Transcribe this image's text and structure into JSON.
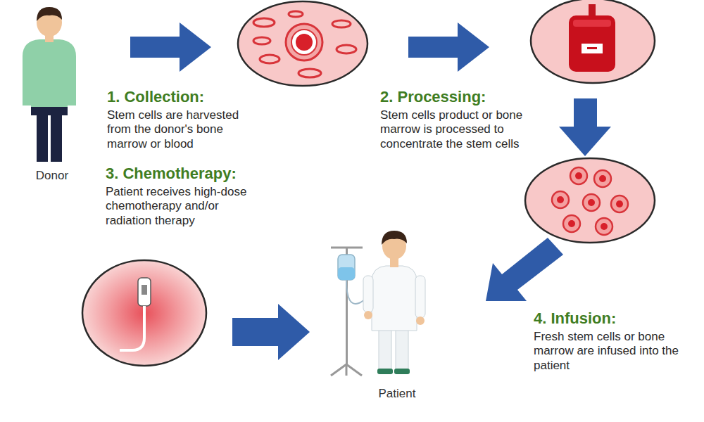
{
  "diagram": {
    "nodes": [
      {
        "text": [
          "Donor"
        ]
      },
      {
        "text": [
          "Patient"
        ]
      }
    ],
    "labels": [
      "1. Collection:",
      "Stem cells are harvested from the donor's bone marrow or blood",
      "2. Processing:",
      "Stem cells product or bone marrow is processed to concentrate the stem cells",
      "3. Chemotherapy:",
      "Patient receives high-dose chemotherapy and/or radiation therapy",
      "4. Infusion:",
      "Fresh stem cells or bone marrow are infused into the patient"
    ]
  }
}
